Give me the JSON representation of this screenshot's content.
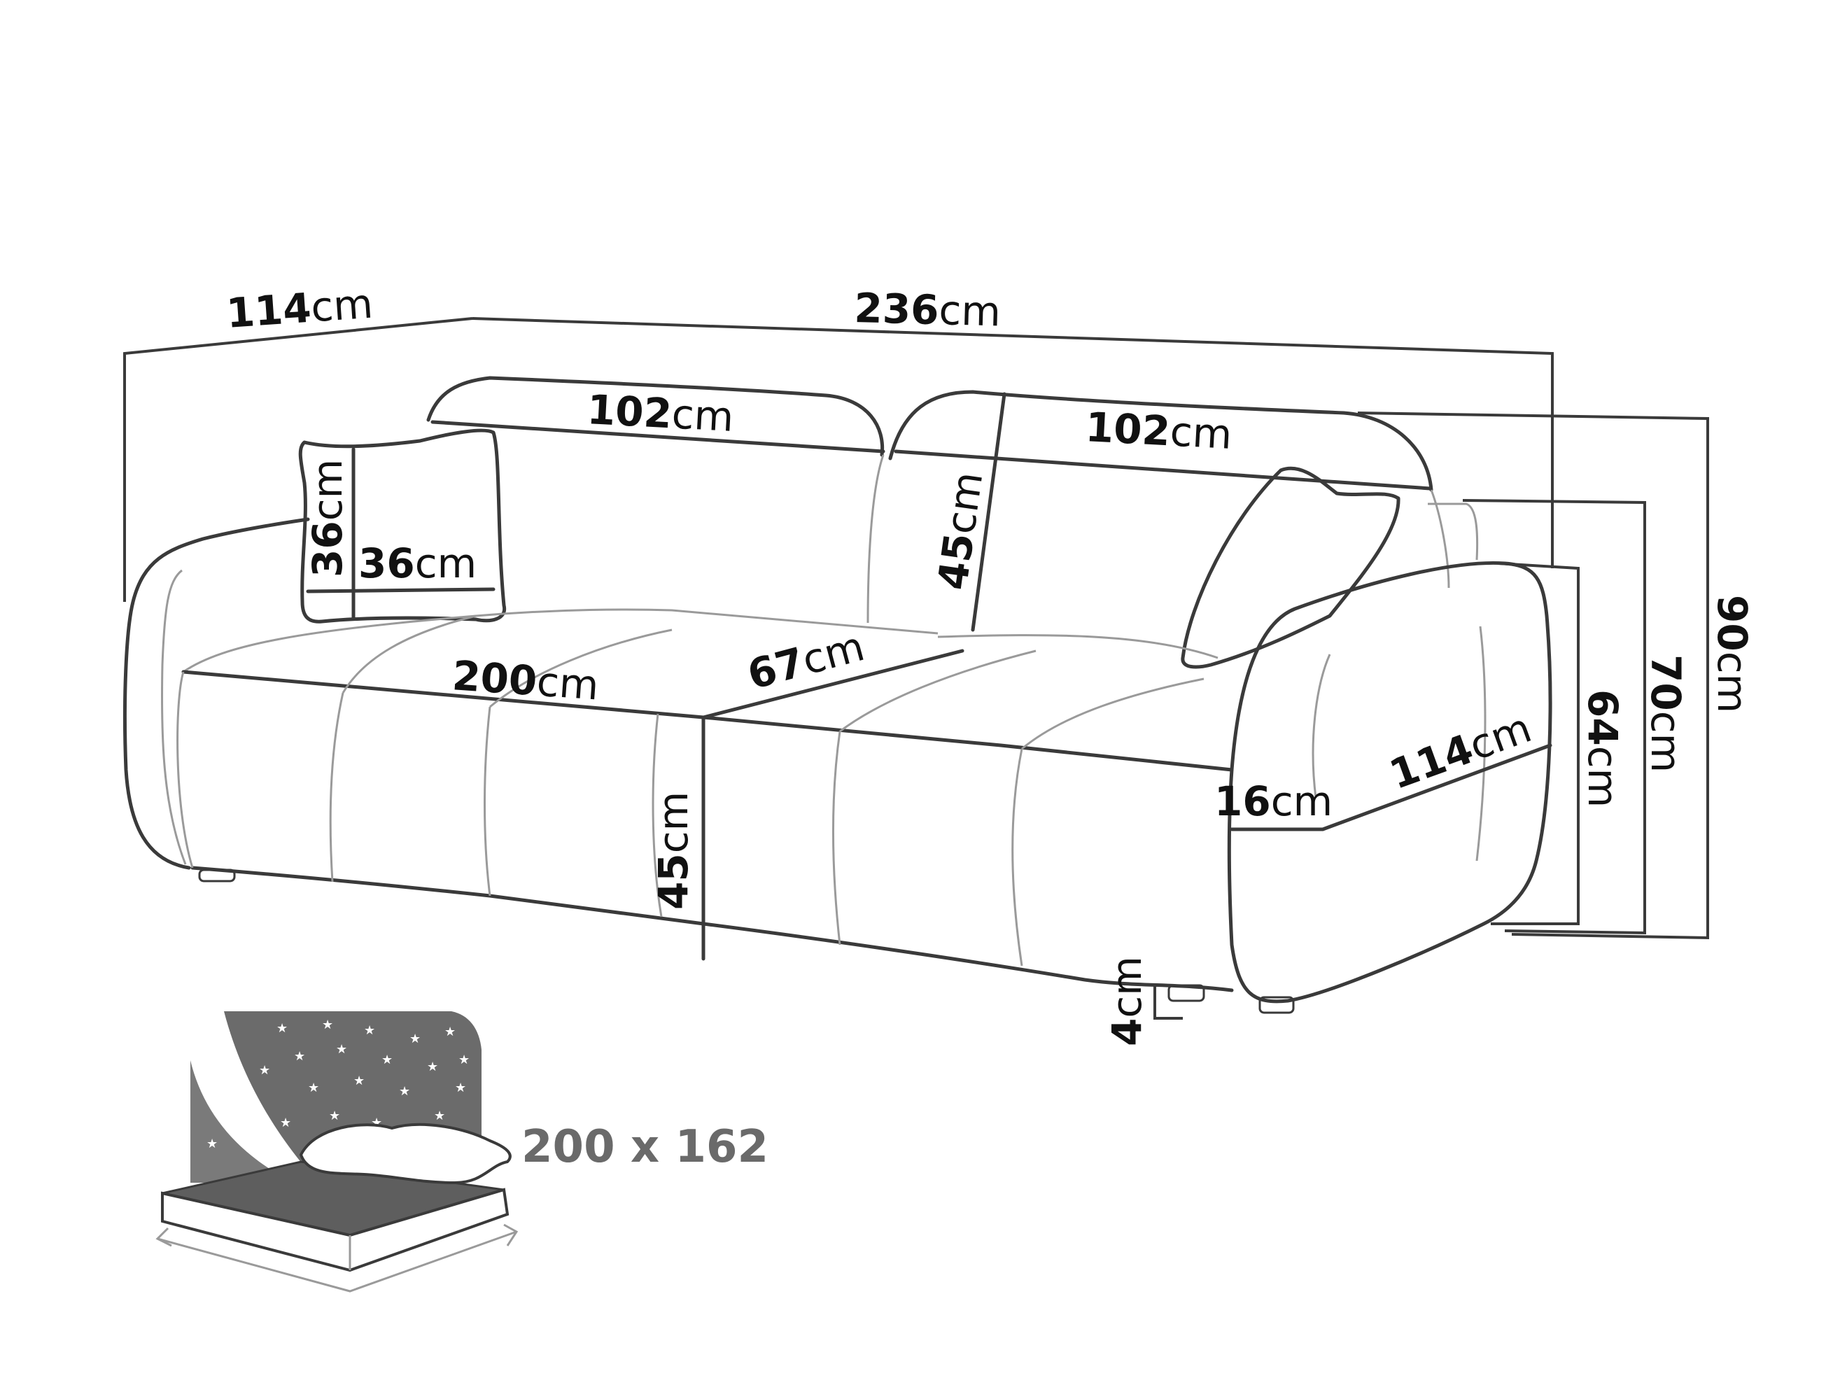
{
  "colors": {
    "outline": "#3a3a3a",
    "fine_line": "#9a9a9a",
    "text": "#111111",
    "bed_dark": "#5e5e5e",
    "bed_label": "#6a6a6a"
  },
  "dimensions": {
    "depth_top": {
      "value": "114",
      "unit": "cm"
    },
    "width_total": {
      "value": "236",
      "unit": "cm"
    },
    "backrest_left_width": {
      "value": "102",
      "unit": "cm"
    },
    "backrest_right_width": {
      "value": "102",
      "unit": "cm"
    },
    "pillow_height": {
      "value": "36",
      "unit": "cm"
    },
    "pillow_width": {
      "value": "36",
      "unit": "cm"
    },
    "backrest_height": {
      "value": "45",
      "unit": "cm"
    },
    "seat_width": {
      "value": "200",
      "unit": "cm"
    },
    "seat_depth": {
      "value": "67",
      "unit": "cm"
    },
    "seat_height": {
      "value": "45",
      "unit": "cm"
    },
    "armrest_width": {
      "value": "16",
      "unit": "cm"
    },
    "armrest_depth": {
      "value": "114",
      "unit": "cm"
    },
    "leg_height": {
      "value": "4",
      "unit": "cm"
    },
    "armrest_height": {
      "value": "64",
      "unit": "cm"
    },
    "backrest_side_height": {
      "value": "70",
      "unit": "cm"
    },
    "total_height": {
      "value": "90",
      "unit": "cm"
    }
  },
  "bed": {
    "size_label": "200 x 162",
    "icon": "sleeping-bed-icon"
  }
}
